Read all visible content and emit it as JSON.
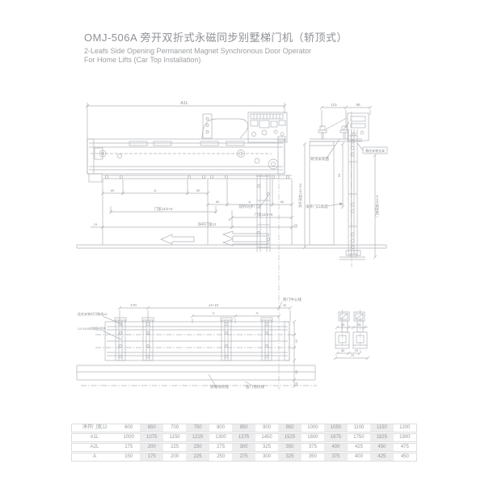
{
  "title": {
    "cn": "OMJ-506A 旁开双折式永磁同步别墅梯门机（轿顶式）",
    "en1": "2-Leafs Side Opening Permanent Magnet Synchronous Door Operator",
    "en2": "For Home Lifts (Car Top Installation)"
  },
  "front": {
    "a1l": "A1L",
    "left_85a": "85",
    "left_jl": "JL",
    "left_85b": "85",
    "right_85a": "85",
    "right_jl": "JL",
    "right_85b": "85",
    "panel_left": "门宽JJ/2+6",
    "vane": "双折同步门刀",
    "panel_right": "门宽JJ/2+6",
    "gap5": "5",
    "clear_width": "净开门宽JJ",
    "end_left": "15",
    "end_right": "20"
  },
  "side": {
    "d115": "115",
    "d98": "98",
    "height_left": "净开高度JJH+50",
    "cartop": "轿顶安装面",
    "opening_height": "净开门口高度",
    "bracket": "悬挂安装支架",
    "panel_height": "门扇高度JJH+5",
    "d90": "90"
  },
  "plan": {
    "d170": "170",
    "djj10": "JJ+10",
    "d35": "35",
    "da1": "A",
    "da2": "A",
    "d15": "15",
    "d60": "60",
    "d10": "10",
    "adjust": "此处安装时可微调±5",
    "add_bracket": "JJ>1100时增配此件",
    "door_center": "轿门中心线",
    "car_sill": "轿厢地坎线",
    "landing_sill": "层门地坎线"
  },
  "section": {
    "d35a": "35",
    "d35b": "35",
    "d30": "30",
    "d20": "20",
    "d70": "70"
  },
  "table": {
    "rows": [
      {
        "label": "净开门宽JJ",
        "values": [
          "600",
          "650",
          "700",
          "750",
          "800",
          "850",
          "900",
          "950",
          "1000",
          "1050",
          "1100",
          "1150",
          "1200"
        ]
      },
      {
        "label": "A1L",
        "values": [
          "1000",
          "1075",
          "1150",
          "1225",
          "1300",
          "1375",
          "1450",
          "1525",
          "1600",
          "1675",
          "1750",
          "1825",
          "1900"
        ]
      },
      {
        "label": "A2L",
        "values": [
          "175",
          "200",
          "225",
          "250",
          "275",
          "300",
          "325",
          "350",
          "375",
          "400",
          "425",
          "450",
          "475"
        ]
      },
      {
        "label": "A",
        "values": [
          "150",
          "175",
          "200",
          "225",
          "250",
          "275",
          "300",
          "325",
          "350",
          "375",
          "400",
          "425",
          "450"
        ]
      }
    ]
  },
  "colors": {
    "line": "#b0b3b7",
    "text": "#8d9095",
    "shade": "#ededee"
  }
}
